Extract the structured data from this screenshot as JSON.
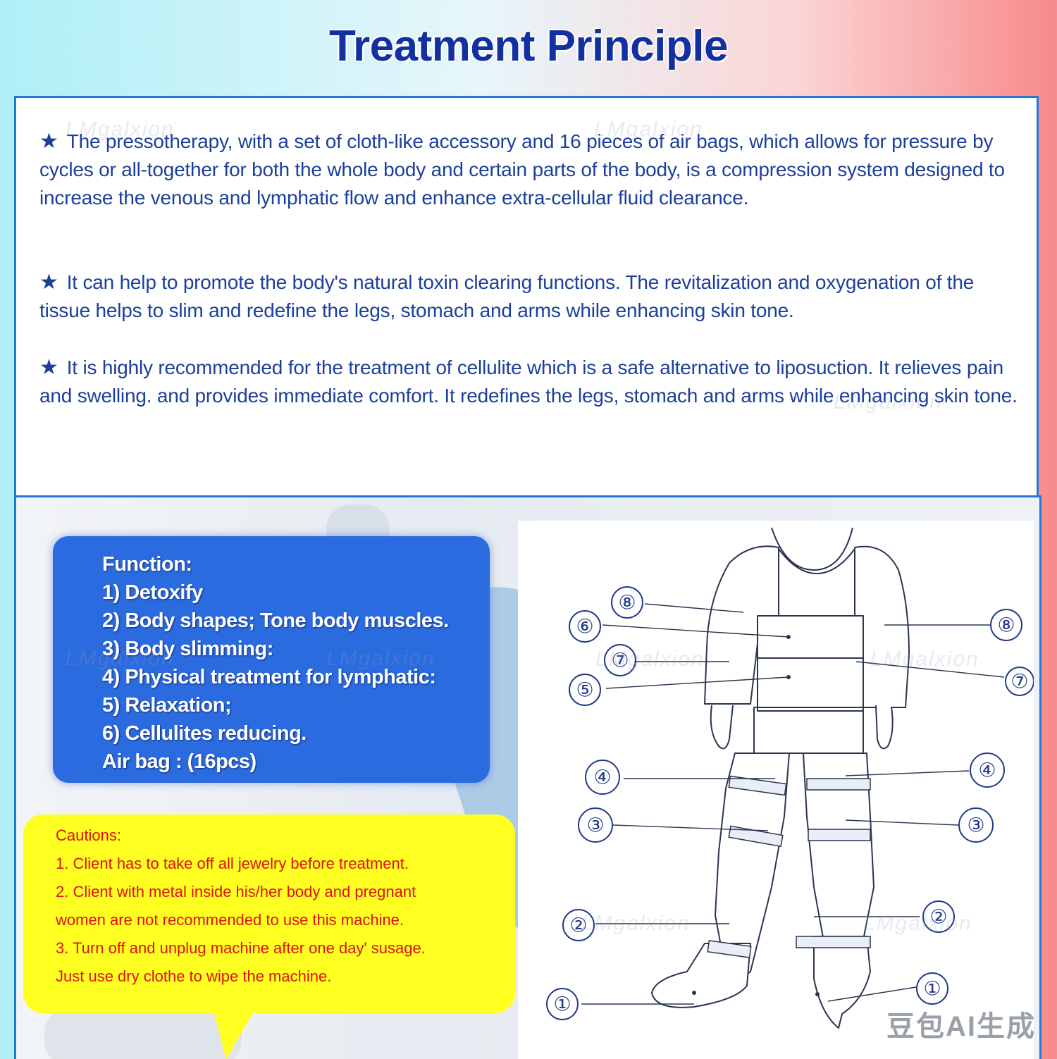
{
  "title": "Treatment Principle",
  "intro": {
    "star_icon": "star-icon",
    "paragraphs": [
      "The pressotherapy, with a set of cloth-like accessory and 16 pieces of air bags, which allows for pressure by cycles or all-together for both the whole body and certain parts of the body, is a compression system designed to increase the venous and lymphatic flow and enhance extra-cellular fluid clearance.",
      "It can help to promote the body's natural toxin clearing functions. The revitalization and oxygenation of the tissue helps to slim and redefine the legs, stomach and arms while enhancing skin tone.",
      "It is highly recommended for the treatment of cellulite which is a safe alternative to liposuction. It relieves pain and swelling. and provides immediate comfort. It redefines the legs, stomach and arms while enhancing skin tone."
    ]
  },
  "function_box": {
    "heading": "Function:",
    "items": [
      "1) Detoxify",
      "2) Body shapes; Tone body muscles.",
      "3) Body slimming:",
      "4) Physical treatment for lymphatic:",
      "5) Relaxation;",
      "6) Cellulites reducing."
    ],
    "air_bag": "Air bag : (16pcs)"
  },
  "cautions": {
    "heading": "Cautions:",
    "lines": [
      "1. Client has to take off all jewelry before treatment.",
      "2. Client with metal inside his/her body and pregnant",
      "women are not recommended to use this machine.",
      "3. Turn off and unplug machine after one day' susage.",
      "Just use dry clothe to wipe the machine."
    ]
  },
  "diagram": {
    "callouts_left": [
      "⑧",
      "⑥",
      "⑦",
      "⑤",
      "④",
      "③",
      "②",
      "①"
    ],
    "callouts_right": [
      "⑧",
      "⑦",
      "④",
      "③",
      "②",
      "①"
    ]
  },
  "watermark": "LMgalxion",
  "footer_mark": "豆包AI生成",
  "colors": {
    "title": "#1230a0",
    "text": "#1c3f9c",
    "panel_border": "#1f78d8",
    "function_bg": "#2b6be0",
    "caution_bg": "#ffff22",
    "caution_text": "#e01010"
  }
}
